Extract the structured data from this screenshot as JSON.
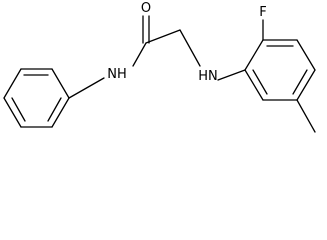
{
  "molecule": {
    "atoms": {
      "oxygen": "O",
      "amide_nitrogen": "NH",
      "amine_nitrogen": "HN",
      "fluorine": "F"
    }
  },
  "colors": {
    "bond": "#000000",
    "label": "#000000",
    "background": "#ffffff"
  }
}
